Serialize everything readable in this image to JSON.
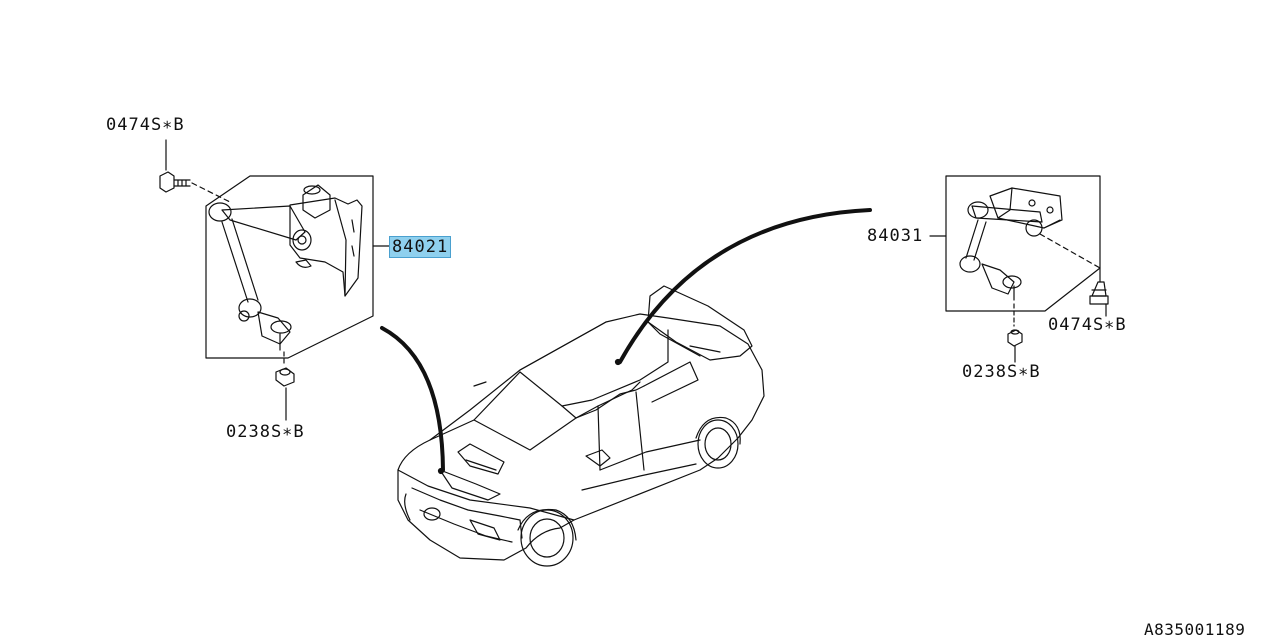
{
  "diagram": {
    "callouts": {
      "front_bolt": "0474S∗B",
      "front_part": "84021",
      "front_nut": "0238S∗B",
      "rear_part": "84031",
      "rear_bolt": "0474S∗B",
      "rear_nut": "0238S∗B"
    },
    "diagram_id": "A835001189",
    "highlight_color": "#8fd0ee",
    "line_color": "#111111"
  }
}
